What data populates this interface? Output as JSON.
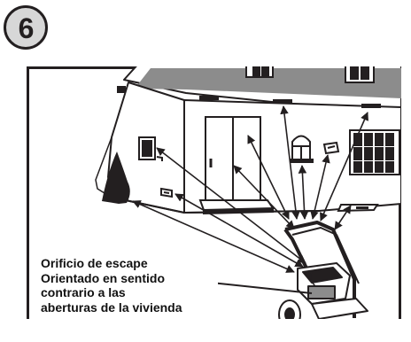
{
  "step": {
    "number": "6"
  },
  "caption": {
    "lines": [
      "Orificio de escape",
      "Orientado en sentido",
      "contrario a las",
      "aberturas de la vivienda"
    ]
  },
  "illustration": {
    "description_icons": [
      "house-outline",
      "window-icon",
      "door-icon",
      "vent-icon",
      "shrub-icon",
      "pressure-washer-icon",
      "arrow-icon"
    ],
    "colors": {
      "ink": "#231f20",
      "badge_fill": "#d7d7d7",
      "background": "#ffffff"
    }
  }
}
